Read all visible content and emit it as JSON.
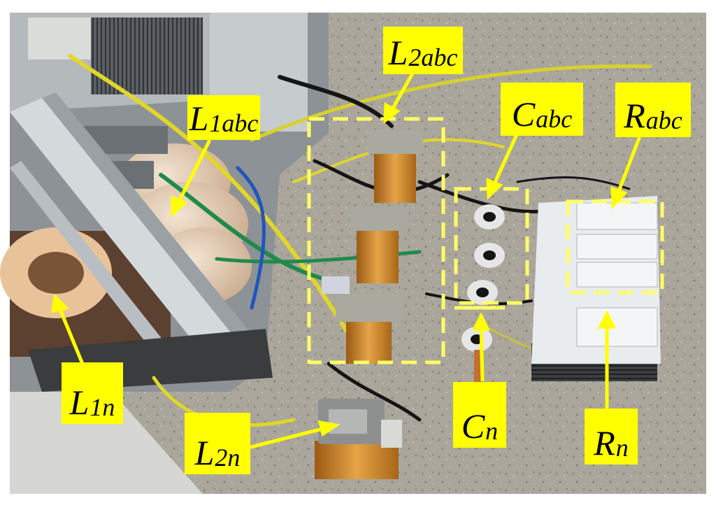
{
  "labels": {
    "L1abc": {
      "main": "L",
      "sub": "1abc"
    },
    "L2abc": {
      "main": "L",
      "sub": "2abc"
    },
    "Cabc": {
      "main": "C",
      "sub": "abc"
    },
    "Rabc": {
      "main": "R",
      "sub": "abc"
    },
    "L1n": {
      "main": "L",
      "sub": "1n"
    },
    "L2n": {
      "main": "L",
      "sub": "2n"
    },
    "Cn": {
      "main": "C",
      "sub": "n"
    },
    "Rn": {
      "main": "R",
      "sub": "n"
    }
  },
  "colors": {
    "label_bg": "#ffff00",
    "dashed_box": "#ffff55",
    "arrow": "#ffff00",
    "floor": "#a9a69c",
    "copper": "#d08a2a",
    "steel": "#c9cfd3"
  }
}
